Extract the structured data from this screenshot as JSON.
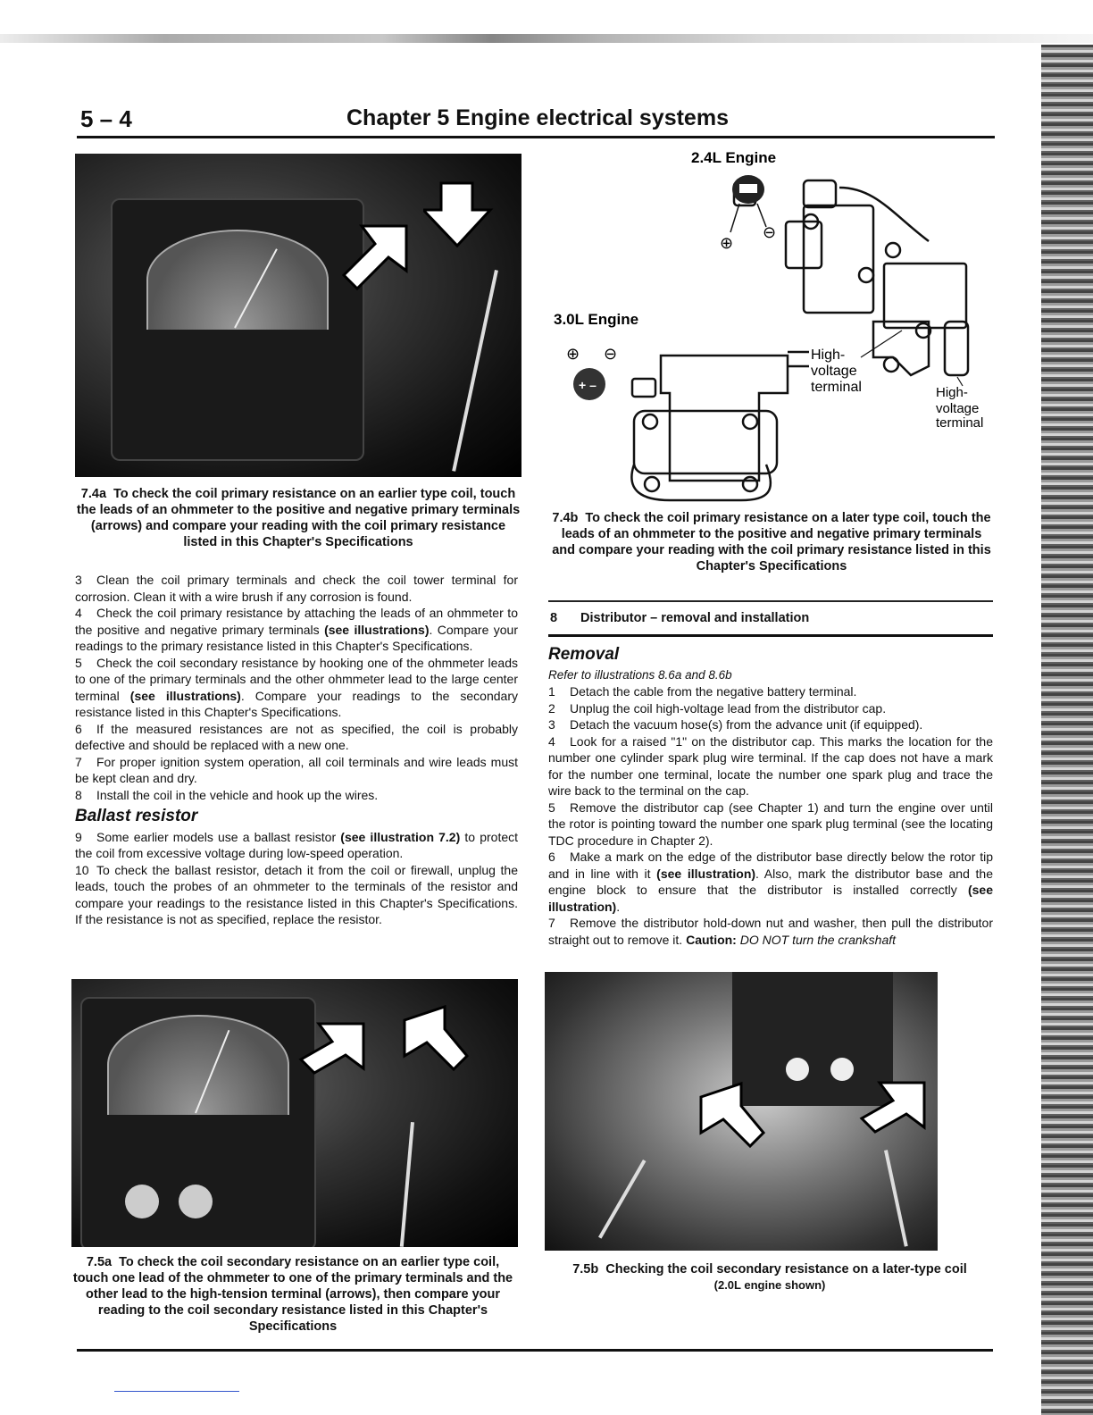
{
  "header": {
    "page_number": "5 – 4",
    "chapter_title": "Chapter 5   Engine electrical systems"
  },
  "figures": {
    "fig_7_4a": {
      "number": "7.4a",
      "caption": "To check the coil primary resistance on an earlier type coil, touch the leads of an ohmmeter to the positive and negative primary terminals (arrows) and compare your reading with the coil primary resistance listed in this Chapter's Specifications"
    },
    "fig_7_4b": {
      "number": "7.4b",
      "caption": "To check the coil primary resistance on a later type coil, touch the leads of an ohmmeter to the positive and negative primary terminals and compare your reading with the coil primary resistance listed in this Chapter's Specifications",
      "label_24": "2.4L Engine",
      "label_30": "3.0L Engine",
      "hv_a1": "High-",
      "hv_a2": "voltage",
      "hv_a3": "terminal",
      "hv_b1": "High-",
      "hv_b2": "voltage",
      "hv_b3": "terminal",
      "plus": "⊕",
      "minus": "⊖"
    },
    "fig_7_5a": {
      "number": "7.5a",
      "caption": "To check the coil secondary resistance on an earlier type coil, touch one lead of the ohmmeter to one of the primary terminals and the other lead to the high-tension terminal (arrows), then compare your reading to the coil secondary resistance listed in this Chapter's Specifications"
    },
    "fig_7_5b": {
      "number": "7.5b",
      "caption": "Checking the coil secondary resistance on a later-type coil",
      "caption_sub": "(2.0L engine shown)"
    }
  },
  "left_column": {
    "p3": {
      "num": "3",
      "text": "Clean the coil primary terminals and check the coil tower terminal for corrosion. Clean it with a wire brush if any corrosion is found."
    },
    "p4": {
      "num": "4",
      "text_a": "Check the coil primary resistance by attaching the leads of an ohmmeter to the positive and negative primary terminals ",
      "ref": "(see illustrations)",
      "text_b": ". Compare your readings to the primary resistance listed in this Chapter's Specifications."
    },
    "p5": {
      "num": "5",
      "text_a": "Check the coil secondary resistance by hooking one of the ohmmeter leads to one of the primary terminals and the other ohmmeter lead to the large center terminal ",
      "ref": "(see illustrations)",
      "text_b": ". Compare your readings to the secondary resistance listed in this Chapter's Specifications."
    },
    "p6": {
      "num": "6",
      "text": "If the measured resistances are not as specified, the coil is probably defective and should be replaced with a new one."
    },
    "p7": {
      "num": "7",
      "text": "For proper ignition system operation, all coil terminals and wire leads must be kept clean and dry."
    },
    "p8": {
      "num": "8",
      "text": "Install the coil in the vehicle and hook up the wires."
    },
    "ballast_heading": "Ballast resistor",
    "p9": {
      "num": "9",
      "text_a": "Some earlier models use a ballast resistor ",
      "ref": "(see illustration 7.2)",
      "text_b": " to protect the coil from excessive voltage during low-speed operation."
    },
    "p10": {
      "num": "10",
      "text": "To check the ballast resistor, detach it from the coil or firewall, unplug the leads, touch the probes of an ohmmeter to the terminals of the resistor and compare your readings to the resistance listed in this Chapter's Specifications. If the resistance is not as specified, replace the resistor."
    }
  },
  "right_column": {
    "section_number": "8",
    "section_title": "Distributor – removal and installation",
    "removal_heading": "Removal",
    "refer": "Refer to illustrations 8.6a and 8.6b",
    "p1": {
      "num": "1",
      "text": "Detach the cable from the negative battery terminal."
    },
    "p2": {
      "num": "2",
      "text": "Unplug the coil high-voltage lead from the distributor cap."
    },
    "p3": {
      "num": "3",
      "text": "Detach the vacuum hose(s) from the advance unit (if equipped)."
    },
    "p4": {
      "num": "4",
      "text": "Look for a raised \"1\" on the distributor cap. This marks the location for the number one cylinder spark plug wire terminal. If the cap does not have a mark for the number one terminal, locate the number one spark plug and trace the wire back to the terminal on the cap."
    },
    "p5": {
      "num": "5",
      "text": "Remove the distributor cap (see Chapter 1) and turn the engine over until the rotor is pointing toward the number one spark plug terminal (see the locating TDC procedure in Chapter 2)."
    },
    "p6": {
      "num": "6",
      "text_a": "Make a mark on the edge of the distributor base directly below the rotor tip and in line with it ",
      "ref_a": "(see illustration)",
      "text_b": ". Also, mark the distributor base and the engine block to ensure that the distributor is installed correctly ",
      "ref_b": "(see illustration)",
      "text_c": "."
    },
    "p7": {
      "num": "7",
      "text_a": "Remove the distributor hold-down nut and washer, then pull the distributor straight out to remove it. ",
      "caution_label": "Caution:",
      "caution_text": " DO NOT turn the crankshaft"
    }
  }
}
